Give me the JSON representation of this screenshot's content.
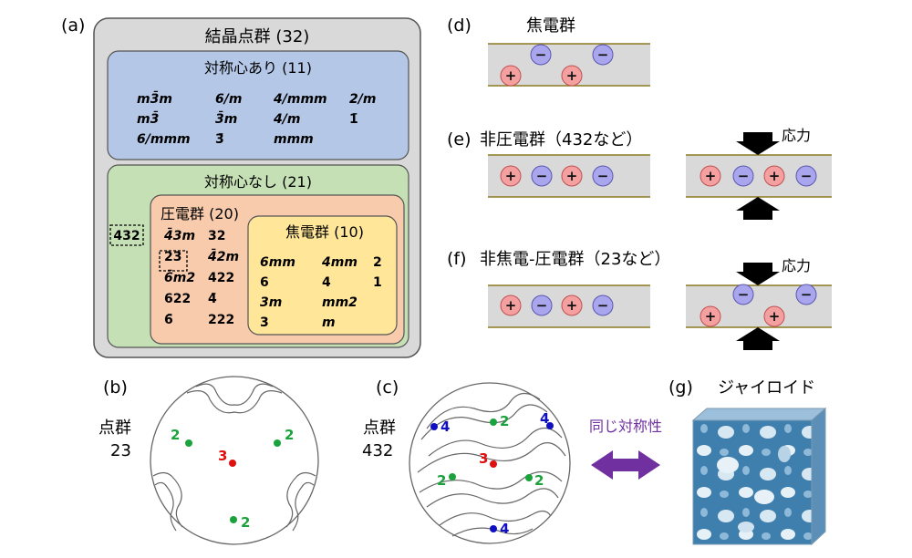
{
  "colors": {
    "outer_box": "#d9d9d9",
    "centro_box": "#b4c7e7",
    "noncentro_box": "#c5e0b4",
    "piezo_box": "#f8cbad",
    "pyro_box": "#ffe699",
    "plus_ion": "#f4a0a0",
    "minus_ion": "#a9a6ee",
    "arrow_purple": "#7030a0",
    "fold_green": "#1aa33c",
    "fold_red": "#e01010",
    "fold_blue": "#1010c0"
  },
  "panel_a": {
    "label": "(a)",
    "outer_title": "結晶点群 (32)",
    "centro_title": "対称心あり (11)",
    "centro_rows": [
      [
        "m3̄m",
        "6/m",
        "4/mmm",
        "2/m"
      ],
      [
        "m3̄",
        "3̄m",
        "4/m",
        "1̄"
      ],
      [
        "6/mmm",
        "3̄",
        "mmm",
        ""
      ]
    ],
    "noncentro_title": "対称心なし (21)",
    "non_piezo": "432",
    "piezo_title": "圧電群 (20)",
    "piezo_rows": [
      [
        "4̄3m",
        "32"
      ],
      [
        "23",
        "4̄2m"
      ],
      [
        "6̄m2",
        "422"
      ],
      [
        "622",
        "4̄"
      ],
      [
        "6̄",
        "222"
      ]
    ],
    "pyro_title": "焦電群 (10)",
    "pyro_rows": [
      [
        "6mm",
        "4mm",
        "2"
      ],
      [
        "6",
        "4",
        "1"
      ],
      [
        "3m",
        "mm2",
        ""
      ],
      [
        "3",
        "m",
        ""
      ]
    ]
  },
  "panel_b": {
    "label": "(b)",
    "group_title": "点群",
    "group_name": "23",
    "axis_2": "2",
    "axis_3": "3"
  },
  "panel_c": {
    "label": "(c)",
    "group_title": "点群",
    "group_name": "432",
    "axis_2": "2",
    "axis_3": "3",
    "axis_4": "4"
  },
  "panel_d": {
    "label": "(d)",
    "title": "焦電群"
  },
  "panel_e": {
    "label": "(e)",
    "title": "非圧電群（432など）",
    "stress": "応力"
  },
  "panel_f": {
    "label": "(f)",
    "title": "非焦電-圧電群（23など）",
    "stress": "応力"
  },
  "panel_g": {
    "label": "(g)",
    "title": "ジャイロイド",
    "same_symmetry": "同じ対称性"
  },
  "ion_signs": {
    "plus": "+",
    "minus": "−"
  }
}
